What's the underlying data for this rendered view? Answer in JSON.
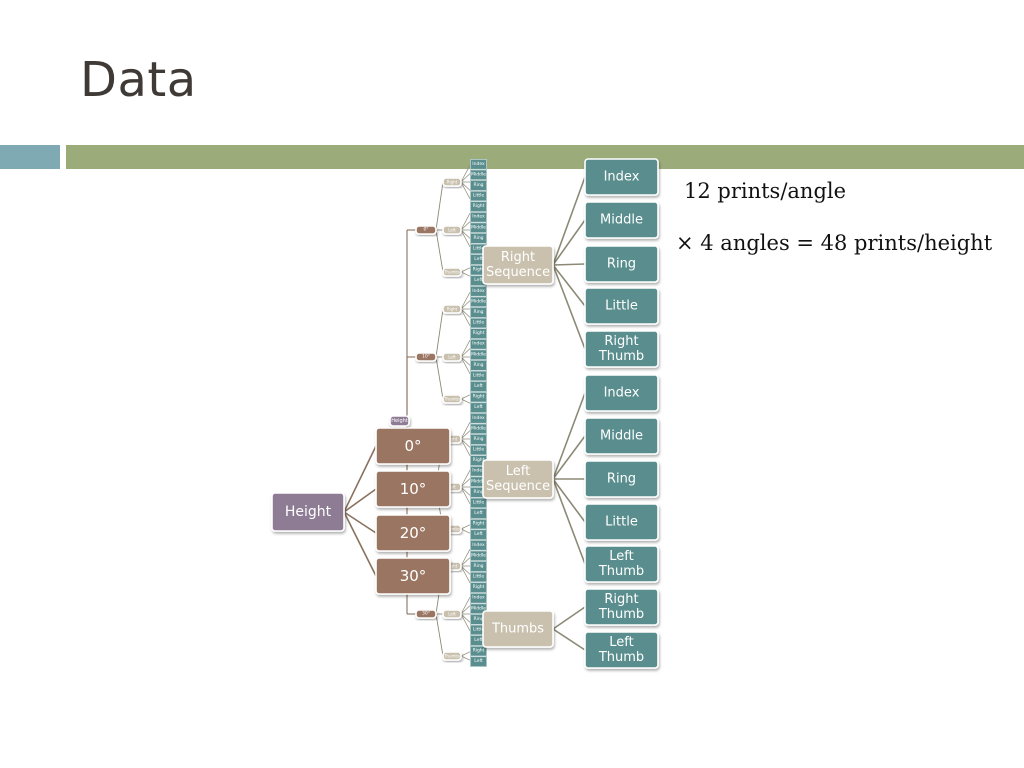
{
  "slide": {
    "title": "Data",
    "note_line1": "12 prints/angle",
    "note_line2": "× 4 angles = 48 prints/height"
  },
  "colors": {
    "title": "#403a37",
    "accent_square": "#7faab3",
    "accent_bar": "#9bab7a",
    "height_node": "#8e7b95",
    "angle_node": "#9a7662",
    "group_node": "#c9c0ae",
    "leaf_node": "#5a8e8e",
    "connector_main": "#8c8a76",
    "connector_angle": "#8a7260"
  },
  "diagram": {
    "root": "Height",
    "angles": [
      "0°",
      "10°",
      "20°",
      "30°"
    ],
    "groups": [
      {
        "label": [
          "Right",
          "Sequence"
        ],
        "leaves": [
          [
            "Index"
          ],
          [
            "Middle"
          ],
          [
            "Ring"
          ],
          [
            "Little"
          ],
          [
            "Right",
            "Thumb"
          ]
        ]
      },
      {
        "label": [
          "Left",
          "Sequence"
        ],
        "leaves": [
          [
            "Index"
          ],
          [
            "Middle"
          ],
          [
            "Ring"
          ],
          [
            "Little"
          ],
          [
            "Left",
            "Thumb"
          ]
        ]
      },
      {
        "label": [
          "Thumbs"
        ],
        "leaves": [
          [
            "Right",
            "Thumb"
          ],
          [
            "Left",
            "Thumb"
          ]
        ]
      }
    ],
    "mini": {
      "height_label": "Height",
      "angle_labels": [
        "0°",
        "10°",
        "20°",
        "30°"
      ],
      "group_labels": [
        "Right",
        "Left",
        "Thumbs"
      ],
      "finger_labels": [
        "Index",
        "Middle",
        "Ring",
        "Little",
        "Right Thumb",
        "Index",
        "Middle",
        "Ring",
        "Little",
        "Left Thumb",
        "Right Thumb",
        "Left Thumb"
      ]
    }
  }
}
